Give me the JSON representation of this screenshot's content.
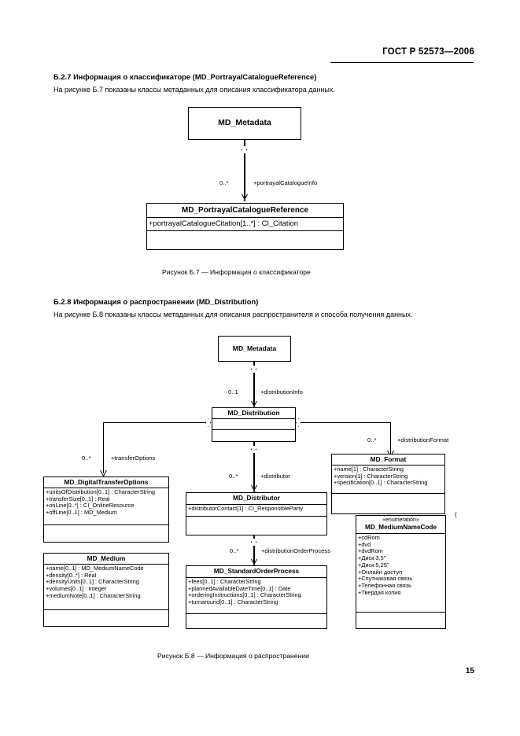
{
  "document": {
    "standard_header": "ГОСТ Р 52573—2006",
    "page_number": "15"
  },
  "section_b27": {
    "title": "Б.2.7  Информация о классификаторе (MD_PortrayalCatalogueReference)",
    "body": "На рисунке Б.7 показаны классы метаданных для описания классификатора данных.",
    "caption": "Рисунок Б.7 — Информация о классификаторе"
  },
  "section_b28": {
    "title": "Б.2.8  Информация о распространении (MD_Distribution)",
    "body": "На рисунке Б.8 показаны классы метаданных для описания распространителя и способа получения данных.",
    "caption": "Рисунок Б.8 — Информация о распространении"
  },
  "diagram_b7": {
    "classes": {
      "md_metadata": {
        "name": "MD_Metadata",
        "attributes": [],
        "operations": []
      },
      "md_portrayal_catalogue_reference": {
        "name": "MD_PortrayalCatalogueReference",
        "attributes": [
          "+portrayalCatalogueCitation[1..*] : CI_Citation"
        ],
        "operations": []
      }
    },
    "associations": [
      {
        "from": "md_metadata",
        "to": "md_portrayal_catalogue_reference",
        "multiplicity": "0..*",
        "rolename": "+portrayalCatalogueInfo",
        "aggregation": "shared"
      }
    ]
  },
  "diagram_b8": {
    "classes": {
      "md_metadata": {
        "name": "MD_Metadata",
        "attributes": [],
        "operations": []
      },
      "md_distribution": {
        "name": "MD_Distribution",
        "attributes": [],
        "operations": []
      },
      "md_format": {
        "name": "MD_Format",
        "attributes": [
          "+name[1] : CharacterString",
          "+version[1] : CharacterString",
          "+specification[0..1] : CharacterString"
        ],
        "operations": []
      },
      "md_digital_transfer_options": {
        "name": "MD_DigitalTransferOptions",
        "attributes": [
          "+unitsOfDistribution[0..1] : CharacterString",
          "+transferSize[0..1] : Real",
          "+onLine[0..*] : CI_OnlineResource",
          "+offLine[0..1] : MD_Medium"
        ],
        "operations": []
      },
      "md_distributor": {
        "name": "MD_Distributor",
        "attributes": [
          "+distributorContact[1] : CI_ResponsibleParty"
        ],
        "operations": []
      },
      "md_medium": {
        "name": "MD_Medium",
        "attributes": [
          "+name[0..1] : MD_MediumNameCode",
          "+density[0..*] : Real",
          "+densityUnits[0..1] : CharacterString",
          "+volumes[0..1] : Integer",
          "+mediumNote[0..1] : CharacterString"
        ],
        "operations": []
      },
      "md_standard_order_process": {
        "name": "MD_StandardOrderProcess",
        "attributes": [
          "+fees[0..1] : CharacterString",
          "+plannedAvailableDateTime[0..1] : Date",
          "+orderingInstructions[0..1] : CharacterString",
          "+turnaround[0..1] : CharacterString"
        ],
        "operations": []
      },
      "md_medium_name_code": {
        "stereotype": "«enumeration»",
        "name": "MD_MediumNameCode",
        "attributes": [
          "+cdRom",
          "+dvd",
          "+dvdRom",
          "+Диск 3,5\"",
          "+Диск 5,25\"",
          "+Онлайн доступ",
          "+Спутниковая связь",
          "+Телефонная связь",
          "+Твердая копия"
        ],
        "operations": []
      }
    },
    "associations": [
      {
        "from": "md_metadata",
        "to": "md_distribution",
        "multiplicity": "0..1",
        "rolename": "+distributionInfo",
        "aggregation": "shared"
      },
      {
        "from": "md_distribution",
        "to": "md_digital_transfer_options",
        "multiplicity": "0..*",
        "rolename": "+transferOptions",
        "aggregation": "shared"
      },
      {
        "from": "md_distribution",
        "to": "md_distributor",
        "multiplicity": "0..*",
        "rolename": "+distributor",
        "aggregation": "shared"
      },
      {
        "from": "md_distribution",
        "to": "md_format",
        "multiplicity": "0..*",
        "rolename": "+distributionFormat",
        "aggregation": "shared"
      },
      {
        "from": "md_distributor",
        "to": "md_standard_order_process",
        "multiplicity": "0..*",
        "rolename": "+distributionOrderProcess",
        "aggregation": "shared"
      }
    ]
  }
}
